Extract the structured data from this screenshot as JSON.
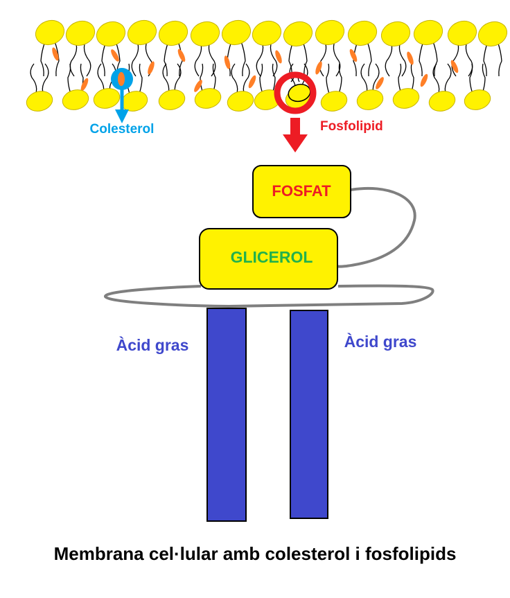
{
  "labels": {
    "colesterol": "Colesterol",
    "fosfolipid": "Fosfolipid",
    "fosfat": "FOSFAT",
    "glicerol": "GLICEROL",
    "acid_gras_left": "Àcid gras",
    "acid_gras_right": "Àcid gras"
  },
  "caption": "Membrana cel·lular amb colesterol i fosfolipids",
  "colors": {
    "head_yellow": "#FFF200",
    "head_outline": "#C8B400",
    "tail_line": "#000000",
    "cholesterol_orange": "#FF7F27",
    "cholesterol_blue": "#00A2E8",
    "fosfolipid_red": "#ED1C24",
    "glicerol_green": "#22B14C",
    "fatty_acid_blue": "#3F48CC",
    "connector_gray": "#7F7F7F"
  }
}
